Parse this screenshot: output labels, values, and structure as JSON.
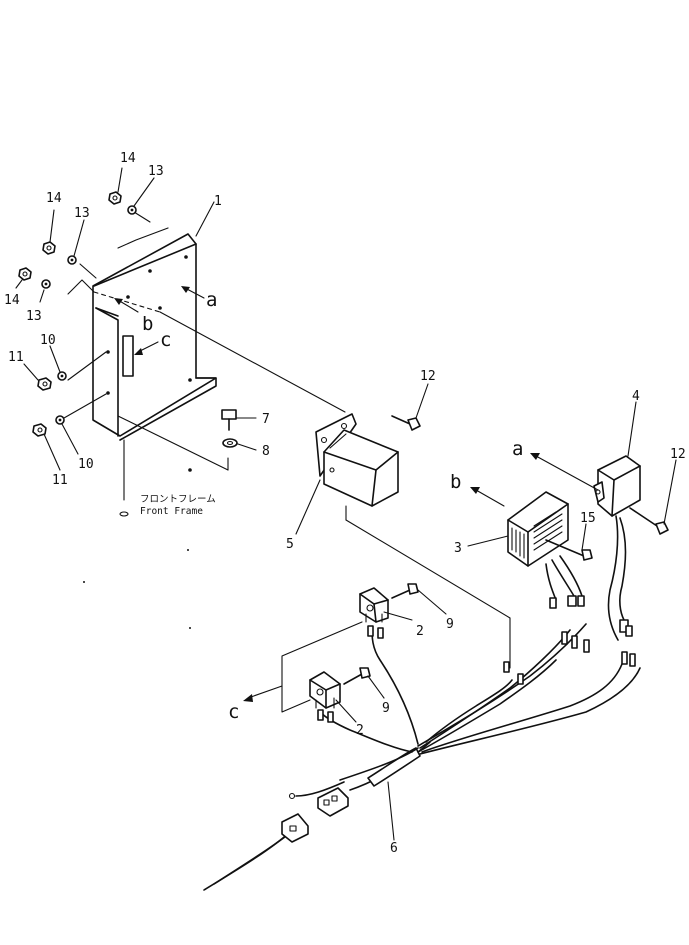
{
  "callouts": {
    "c1": "1",
    "c2a": "2",
    "c2b": "2",
    "c3": "3",
    "c4": "4",
    "c5": "5",
    "c6": "6",
    "c7": "7",
    "c8": "8",
    "c9a": "9",
    "c9b": "9",
    "c10a": "10",
    "c10b": "10",
    "c11a": "11",
    "c11b": "11",
    "c12a": "12",
    "c12b": "12",
    "c13a": "13",
    "c13b": "13",
    "c13c": "13",
    "c14a": "14",
    "c14b": "14",
    "c14c": "14",
    "c15": "15"
  },
  "view_letters": {
    "a1": "a",
    "a2": "a",
    "b1": "b",
    "b2": "b",
    "c1": "c",
    "c2": "c"
  },
  "front_frame": {
    "jp": "フロントフレーム",
    "en": "Front Frame"
  }
}
